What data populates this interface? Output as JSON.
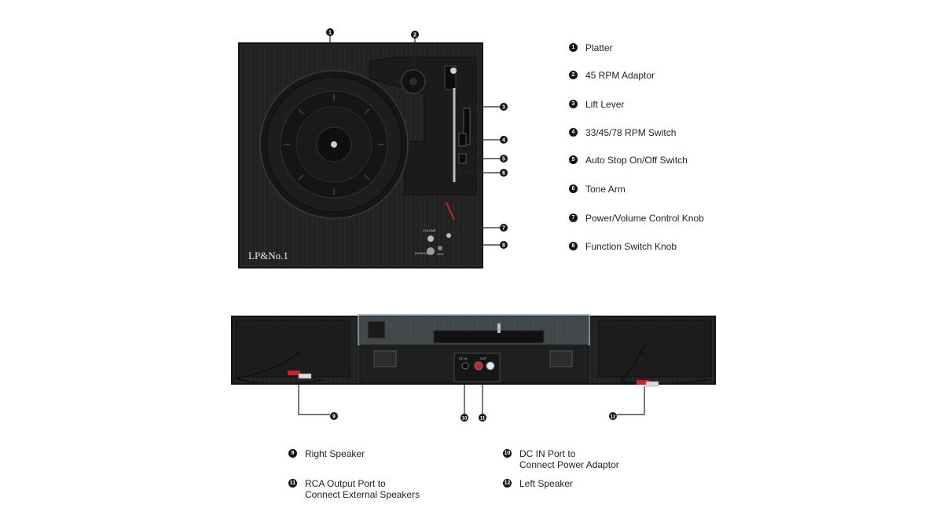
{
  "callouts": [
    {
      "num": "1",
      "label": "Platter"
    },
    {
      "num": "2",
      "label": "45 RPM Adaptor"
    },
    {
      "num": "3",
      "label": "Lift Lever"
    },
    {
      "num": "4",
      "label": "33/45/78 RPM Switch"
    },
    {
      "num": "5",
      "label": "Auto Stop On/Off Switch"
    },
    {
      "num": "6",
      "label": "Tone Arm"
    },
    {
      "num": "7",
      "label": "Power/Volume Control Knob"
    },
    {
      "num": "8",
      "label": "Function Switch Knob"
    },
    {
      "num": "9",
      "label": "Right Speaker"
    },
    {
      "num": "10",
      "label": "DC IN Port to\nConnect Power Adaptor"
    },
    {
      "num": "11",
      "label": "RCA Output Port to\nConnect External Speakers"
    },
    {
      "num": "12",
      "label": "Left Speaker"
    }
  ],
  "device": {
    "brand": "LP&No.1",
    "panel_labels": {
      "volume": "VOLUME",
      "phono_bt": "PHONO\nBT",
      "aux": "AUX",
      "dc_in": "DC IN",
      "out": "OUT"
    }
  },
  "colors": {
    "body": "#1e1e1e",
    "wood": "#262626",
    "badge": "#141414",
    "rca_red": "#c0262d",
    "rca_white": "#e8e8e8"
  }
}
